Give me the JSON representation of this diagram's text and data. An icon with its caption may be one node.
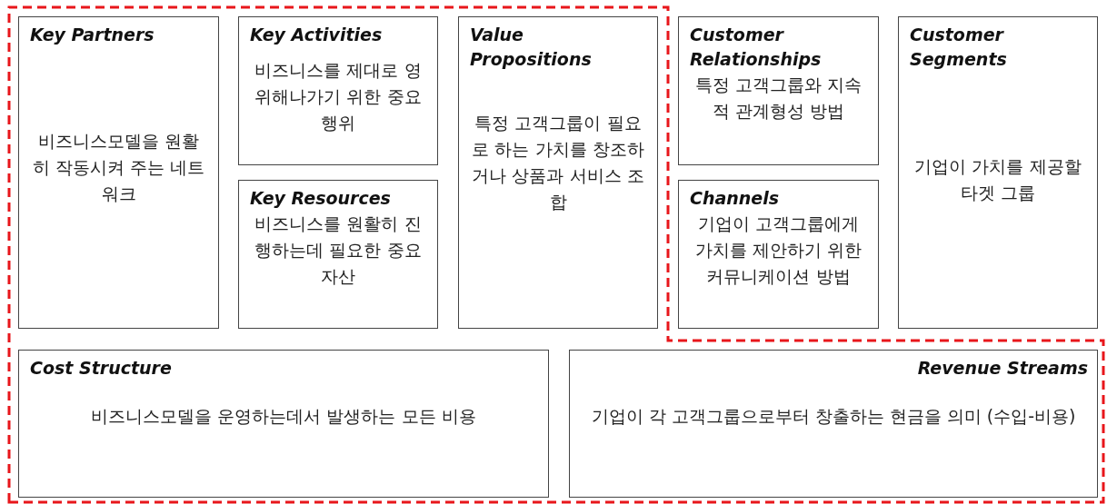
{
  "diagram": {
    "nodes": [
      {
        "text": [
          "Key Partners",
          "비즈니스모델을 원활히 작동시켜 주는 네트워크"
        ]
      },
      {
        "text": [
          "Key Activities",
          "비즈니스를 제대로 영위해나가기 위한 중요행위"
        ]
      },
      {
        "text": [
          "Key Resources",
          "비즈니스를 원활히 진행하는데 필요한 중요자산"
        ]
      },
      {
        "text": [
          "Value Propositions",
          "특정 고객그룹이 필요로 하는 가치를 창조하거나 상품과 서비스 조합"
        ]
      },
      {
        "text": [
          "Customer Relationships",
          "특정 고객그룹와 지속적 관계형성 방법"
        ]
      },
      {
        "text": [
          "Channels",
          "기업이 고객그룹에게 가치를 제안하기 위한 커뮤니케이션 방법"
        ]
      },
      {
        "text": [
          "Customer Segments",
          "기업이 가치를 제공할 타겟 그룹"
        ]
      },
      {
        "text": [
          "Cost Structure",
          "비즈니스모델을 운영하는데서 발생하는 모든 비용"
        ]
      },
      {
        "text": [
          "Revenue Streams",
          "기업이 각 고객그룹으로부터 창출하는 현금을 의미 (수입-비용)"
        ]
      }
    ],
    "edges": []
  }
}
